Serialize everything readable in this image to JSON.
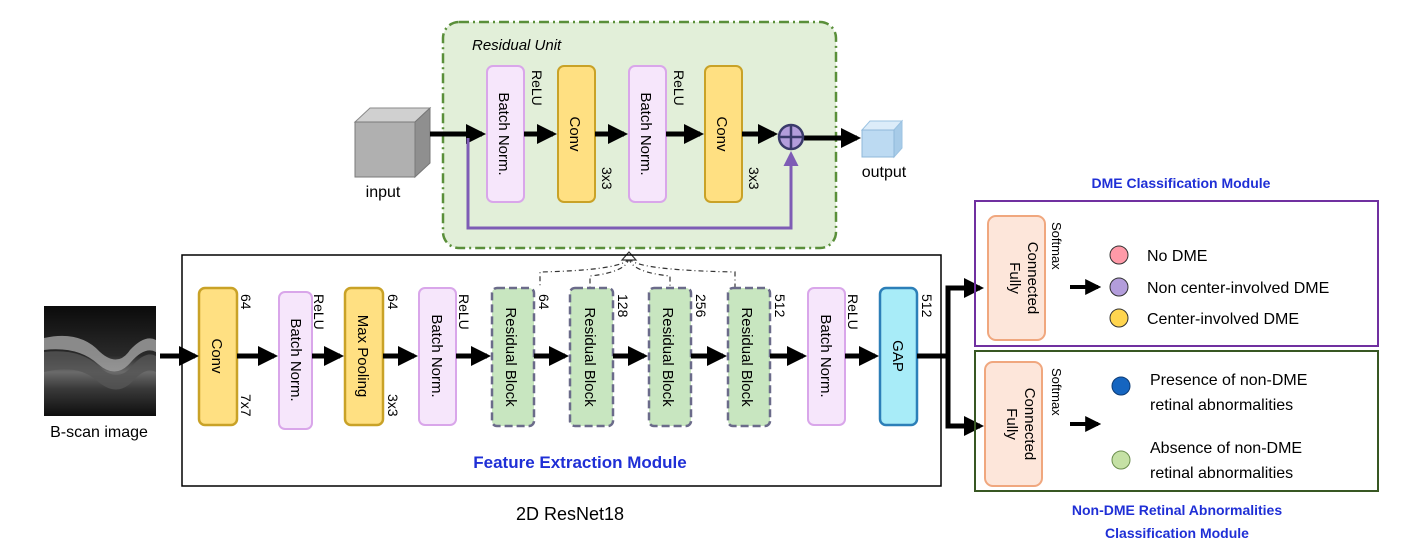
{
  "residual_unit": {
    "title": "Residual Unit",
    "input_label": "input",
    "output_label": "output",
    "bn1_label": "Batch Norm.",
    "relu1": "ReLU",
    "conv1_label": "Conv",
    "conv1_kernel": "3x3",
    "bn2_label": "Batch Norm.",
    "relu2": "ReLU",
    "conv2_label": "Conv",
    "conv2_kernel": "3x3"
  },
  "input_image": {
    "caption": "B-scan image"
  },
  "feature_extraction": {
    "title": "Feature Extraction Module",
    "network_caption": "2D ResNet18",
    "conv_label": "Conv",
    "conv_channels": "64",
    "conv_kernel": "7x7",
    "bn1_label": "Batch Norm.",
    "relu1": "ReLU",
    "maxpool_label": "Max Pooling",
    "maxpool_channels": "64",
    "maxpool_kernel": "3x3",
    "bn2_label": "Batch Norm.",
    "relu2": "ReLU",
    "res_label": "Residual Block",
    "res1_channels": "64",
    "res2_channels": "128",
    "res3_channels": "256",
    "res4_channels": "512",
    "bn3_label": "Batch Norm.",
    "relu3": "ReLU",
    "gap_label": "GAP",
    "gap_channels": "512"
  },
  "dme_module": {
    "title": "DME Classification Module",
    "fc_line1": "Fully",
    "fc_line2": "Connected",
    "softmax": "Softmax",
    "classes": [
      {
        "label": "No DME",
        "color": "#ff9aa8"
      },
      {
        "label": "Non center-involved DME",
        "color": "#b39ddb"
      },
      {
        "label": "Center-involved DME",
        "color": "#ffd54f"
      }
    ]
  },
  "nondme_module": {
    "title_line1": "Non-DME Retinal Abnormalities",
    "title_line2": "Classification Module",
    "fc_line1": "Fully",
    "fc_line2": "Connected",
    "softmax": "Softmax",
    "class1_line1": "Presence of non-DME",
    "class1_line2": "retinal abnormalities",
    "class1_color": "#1565c0",
    "class2_line1": "Absence of non-DME",
    "class2_line2": "retinal abnormalities",
    "class2_color": "#c5e1a5"
  },
  "colors": {
    "conv_fill": "#ffe082",
    "conv_stroke": "#c9a227",
    "bn_fill": "#f6e6fb",
    "bn_stroke": "#d9a6ea",
    "res_fill": "#c8e6c0",
    "res_stroke": "#6b6b8a",
    "gap_fill": "#a8ecf8",
    "gap_stroke": "#2c7fb8",
    "fc_fill": "#fde6da",
    "fc_stroke": "#f0a77e",
    "residual_bg": "#e2efd9",
    "residual_border": "#5a8f3a",
    "skip_line": "#7e5cb5",
    "title_blue": "#1f2fd6",
    "dme_border": "#7030a0",
    "nondme_border": "#385723"
  }
}
